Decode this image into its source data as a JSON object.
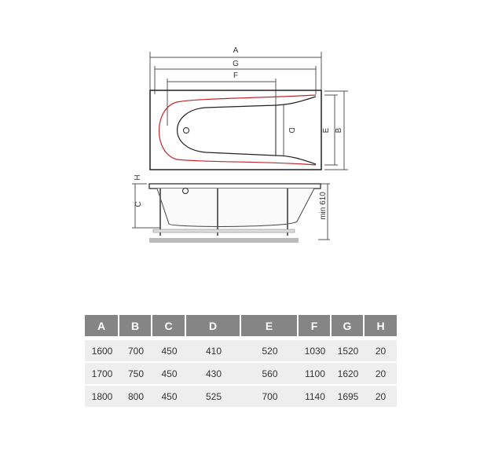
{
  "diagram": {
    "top_view_labels": {
      "A": "A",
      "G": "G",
      "F": "F",
      "D": "D",
      "E": "E",
      "B": "B"
    },
    "side_view_labels": {
      "H": "H",
      "C": "C",
      "min": "min 610"
    },
    "accent_color": "#c0282d"
  },
  "table": {
    "headers": [
      "A",
      "B",
      "C",
      "D",
      "E",
      "F",
      "G",
      "H"
    ],
    "rows": [
      [
        "1600",
        "700",
        "450",
        "410",
        "520",
        "1030",
        "1520",
        "20"
      ],
      [
        "1700",
        "750",
        "450",
        "430",
        "560",
        "1100",
        "1620",
        "20"
      ],
      [
        "1800",
        "800",
        "450",
        "525",
        "700",
        "1140",
        "1695",
        "20"
      ]
    ]
  }
}
